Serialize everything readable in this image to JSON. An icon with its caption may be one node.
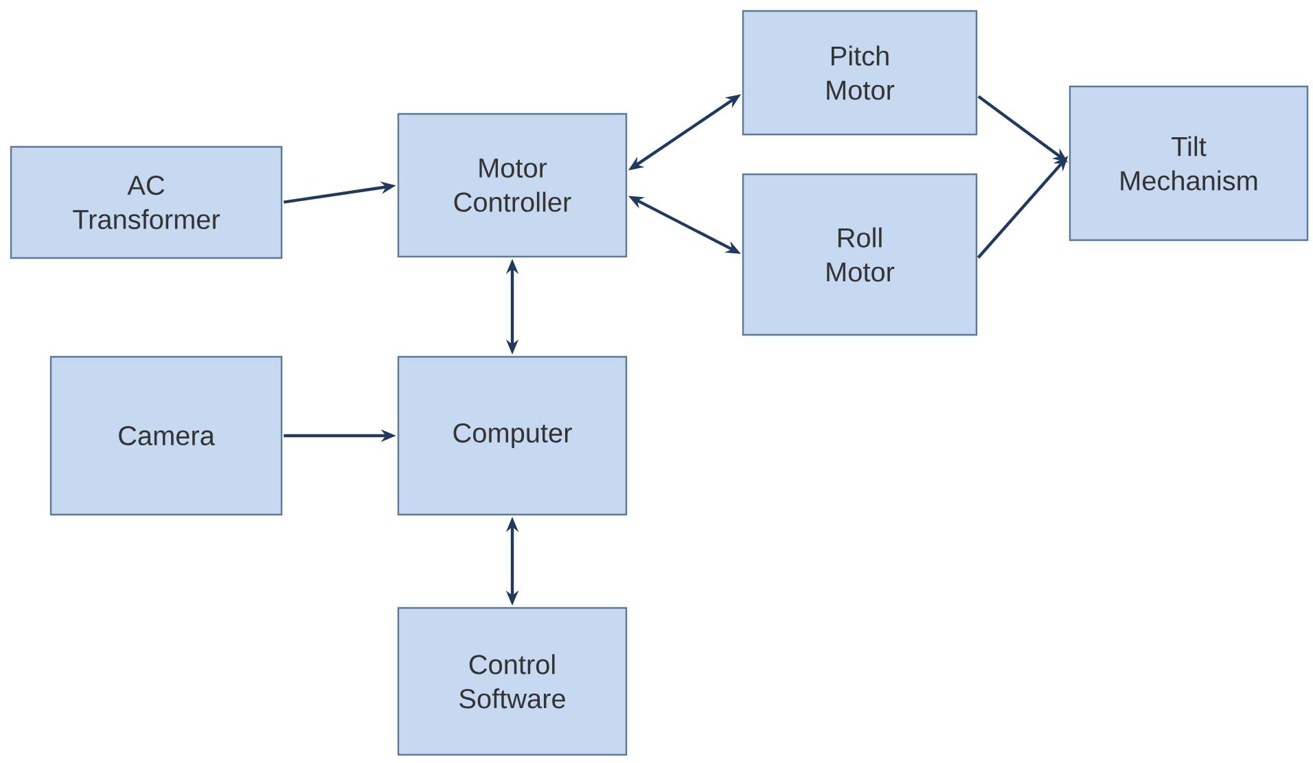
{
  "diagram": {
    "nodes": [
      {
        "text": [
          "AC Transformer"
        ]
      },
      {
        "text": [
          "Motor Controller"
        ]
      },
      {
        "text": [
          "Pitch Motor"
        ]
      },
      {
        "text": [
          "Roll Motor"
        ]
      },
      {
        "text": [
          "Tilt Mechanism"
        ]
      },
      {
        "text": [
          "Camera"
        ]
      },
      {
        "text": [
          "Computer"
        ]
      },
      {
        "text": [
          "Control Software"
        ]
      }
    ],
    "edges": [
      {
        "from": 0,
        "to": 1,
        "arrow": "to"
      },
      {
        "from": 1,
        "to": 2,
        "arrow": "both"
      },
      {
        "from": 1,
        "to": 3,
        "arrow": "both"
      },
      {
        "from": 2,
        "to": 4,
        "arrow": "to"
      },
      {
        "from": 3,
        "to": 4,
        "arrow": "to"
      },
      {
        "from": 1,
        "to": 6,
        "arrow": "both"
      },
      {
        "from": 5,
        "to": 6,
        "arrow": "to"
      },
      {
        "from": 6,
        "to": 7,
        "arrow": "both"
      }
    ]
  }
}
